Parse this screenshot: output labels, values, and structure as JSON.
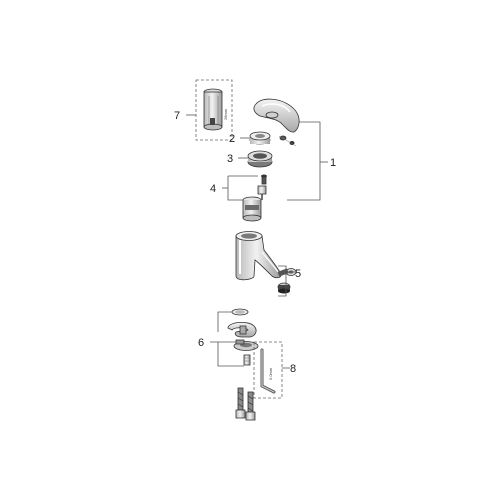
{
  "callouts": {
    "c1": "1",
    "c2": "2",
    "c3": "3",
    "c4": "4",
    "c5": "5",
    "c6": "6",
    "c7": "7",
    "c8": "8"
  },
  "tool_label_7": "28mm",
  "tool_label_8": "5.0mm",
  "colors": {
    "metal_light": "#e9e9e9",
    "metal_mid": "#c6c6c6",
    "metal_dark": "#8e8e8e",
    "line": "#555555"
  }
}
